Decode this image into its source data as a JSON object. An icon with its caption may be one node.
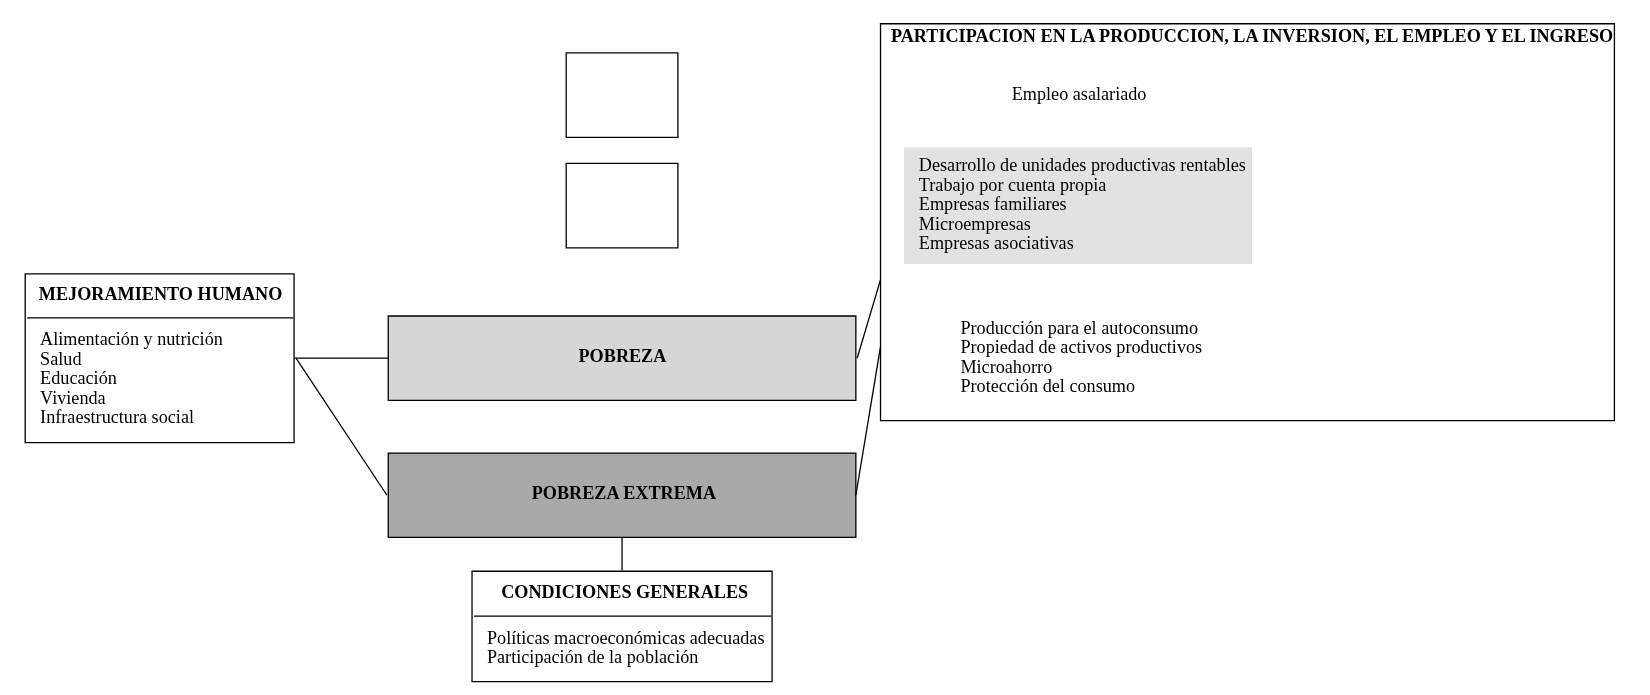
{
  "diagram": {
    "nodes": [
      {
        "text": [],
        "shape": "box"
      },
      {
        "text": [],
        "shape": "box"
      },
      {
        "text": [
          "MEJORAMIENTO HUMANO",
          "Alimentación y nutrición",
          "Salud",
          "Educación",
          "Vivienda",
          "Infraestructura social"
        ]
      },
      {
        "text": [
          "POBREZA"
        ]
      },
      {
        "text": [
          "POBREZA EXTREMA"
        ]
      },
      {
        "text": [
          "PARTICIPACION EN LA PRODUCCION, LA INVERSION, EL EMPLEO Y EL INGRESO",
          "Empleo asalariado",
          "Producción para el autoconsumo",
          "Propiedad de activos productivos",
          "Microahorro",
          "Protección del consumo"
        ]
      },
      {
        "text": [
          "Desarrollo de unidades productivas rentables",
          "Trabajo por cuenta propia",
          "Empresas familiares",
          "Microempresas",
          "Empresas asociativas"
        ],
        "in": 5
      },
      {
        "text": [
          "CONDICIONES GENERALES",
          "Políticas macroeconómicas adecuadas",
          "Participación de la población"
        ]
      }
    ],
    "edges": [
      {
        "from": 2,
        "to": 3,
        "arrow": "none"
      },
      {
        "from": 2,
        "to": 4,
        "arrow": "none"
      },
      {
        "from": 3,
        "to": 5,
        "arrow": "none"
      },
      {
        "from": 4,
        "to": 5,
        "arrow": "none"
      },
      {
        "from": 4,
        "to": 7,
        "arrow": "none"
      }
    ]
  }
}
